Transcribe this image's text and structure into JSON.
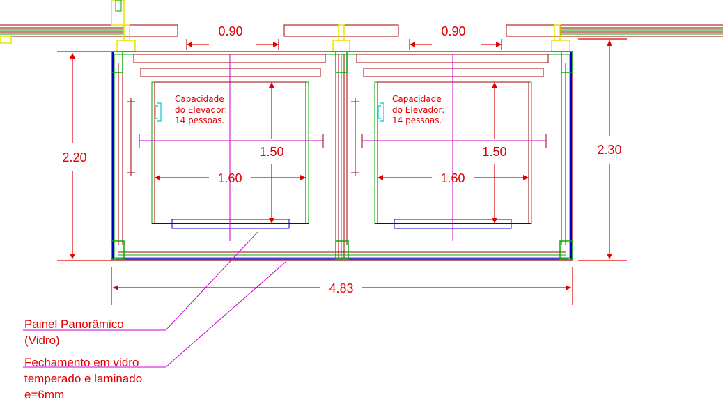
{
  "dimensions": {
    "door_width_left": "0.90",
    "door_width_right": "0.90",
    "shaft_depth_left": "2.20",
    "shaft_depth_right": "2.30",
    "total_width": "4.83",
    "cab_depth_left": "1.50",
    "cab_width_left": "1.60",
    "cab_depth_right": "1.50",
    "cab_width_right": "1.60"
  },
  "capacity_left": [
    "Capacidade",
    "do Elevador:",
    "14 pessoas."
  ],
  "capacity_right": [
    "Capacidade",
    "do Elevador:",
    "14 pessoas."
  ],
  "notes": {
    "panel": [
      "Painel Panorâmico",
      "(Vidro)"
    ],
    "glass": [
      "Fechamento em vidro",
      "temperado e laminado",
      "e=6mm"
    ]
  },
  "colors": {
    "dimension": "#e00000",
    "wall": "#a00000",
    "frame": "#00aa00",
    "glass": "#0000cc",
    "axis": "#cc00cc",
    "column": "#e6e600",
    "icon": "#00cccc"
  }
}
